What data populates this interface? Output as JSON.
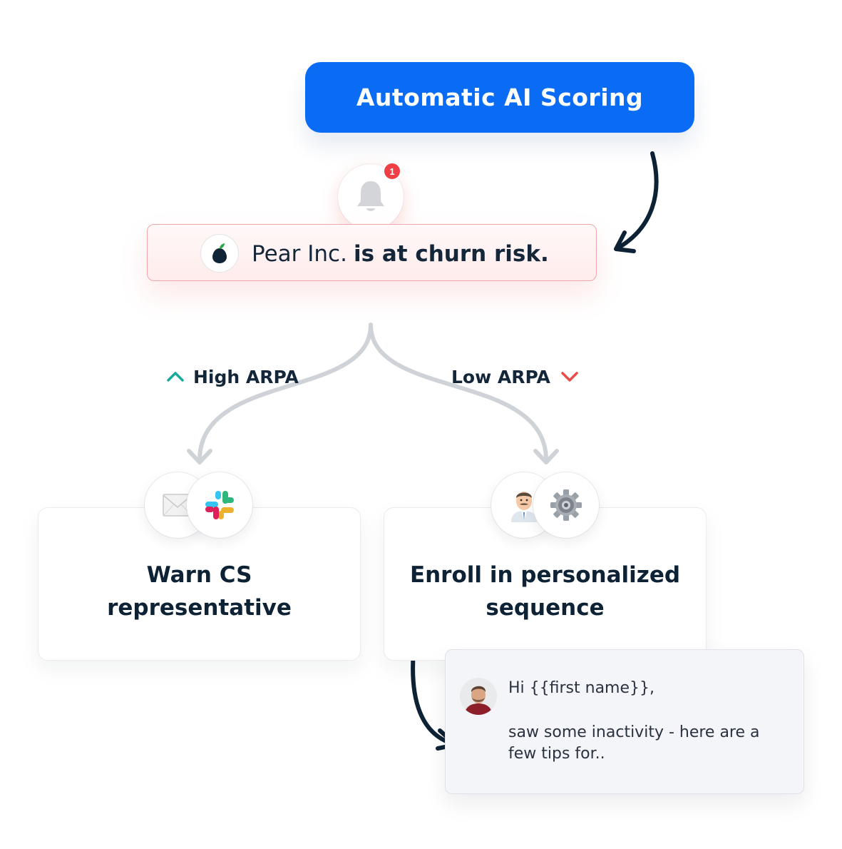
{
  "top_button": {
    "label": "Automatic AI Scoring"
  },
  "notification": {
    "badge_count": "1",
    "icon": "bell-icon"
  },
  "alert": {
    "company": "Pear Inc.",
    "status": "is at churn risk.",
    "logo_icon": "pear-logo-icon"
  },
  "branches": {
    "high": {
      "label": "High ARPA",
      "icon": "chevron-up-icon",
      "color": "#17a99a"
    },
    "low": {
      "label": "Low ARPA",
      "icon": "chevron-down-icon",
      "color": "#e94a4a"
    }
  },
  "cards": {
    "left": {
      "title_line1": "Warn CS",
      "title_line2": "representative",
      "icons": [
        "envelope-icon",
        "slack-icon"
      ]
    },
    "right": {
      "title_line1": "Enroll in personalized",
      "title_line2": "sequence",
      "icons": [
        "person-icon",
        "gear-icon"
      ]
    }
  },
  "email": {
    "greeting": "Hi {{first name}},",
    "body_line1": "saw some inactivity - here are a",
    "body_line2": "few tips for.."
  },
  "colors": {
    "accent_blue": "#0a6cf5",
    "navy_text": "#0d2235",
    "alert_red": "#ee3e46",
    "connector_gray": "#cfd3d8"
  }
}
